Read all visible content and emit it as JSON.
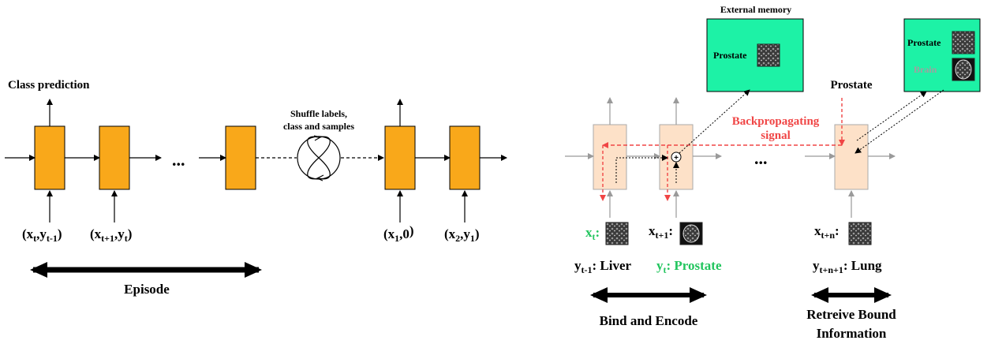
{
  "colors": {
    "cell_orange": "#f9a81a",
    "cell_peach": "#fde1c8",
    "memory_green": "#1df2a6",
    "backprop_red": "#f04545",
    "highlight_green": "#22c55e",
    "gray_arrow": "#9a9a9a",
    "brain_gray": "#a0a0a0"
  },
  "left": {
    "class_prediction": "Class prediction",
    "ellipsis": "...",
    "shuffle_line1": "Shuffle labels,",
    "shuffle_line2": "class and samples",
    "inputs": [
      {
        "open": "(x",
        "s1": "t",
        "mid": ",y",
        "s2": "t-1",
        "close": ")"
      },
      {
        "open": "(x",
        "s1": "t+1",
        "mid": ",y",
        "s2": "t",
        "close": ")"
      },
      {
        "open": "(x",
        "s1": "1",
        "mid": ",0",
        "s2": "",
        "close": ")"
      },
      {
        "open": "(x",
        "s1": "2",
        "mid": ",y",
        "s2": "1",
        "close": ")"
      }
    ],
    "episode": "Episode"
  },
  "right": {
    "external_memory": "External memory",
    "memory_prostate": "Prostate",
    "memory2_prostate": "Prostate",
    "memory2_brain": "Brain",
    "prostate_top": "Prostate",
    "backprop_line1": "Backpropagating",
    "backprop_line2": "signal",
    "ellipsis": "...",
    "x_inputs": [
      {
        "base": "x",
        "sub": "t",
        "colon": ":"
      },
      {
        "base": "x",
        "sub": "t+1",
        "colon": ":"
      },
      {
        "base": "x",
        "sub": "t+n",
        "colon": ":"
      }
    ],
    "y_labels": [
      {
        "base": "y",
        "sub": "t-1",
        "text": ": Liver"
      },
      {
        "base": "y",
        "sub": "t",
        "text": ": Prostate"
      },
      {
        "base": "y",
        "sub": "t+n+1",
        "text": ": Lung"
      }
    ],
    "bind_encode": "Bind and Encode",
    "retrieve_line1": "Retreive Bound",
    "retrieve_line2": "Information"
  }
}
